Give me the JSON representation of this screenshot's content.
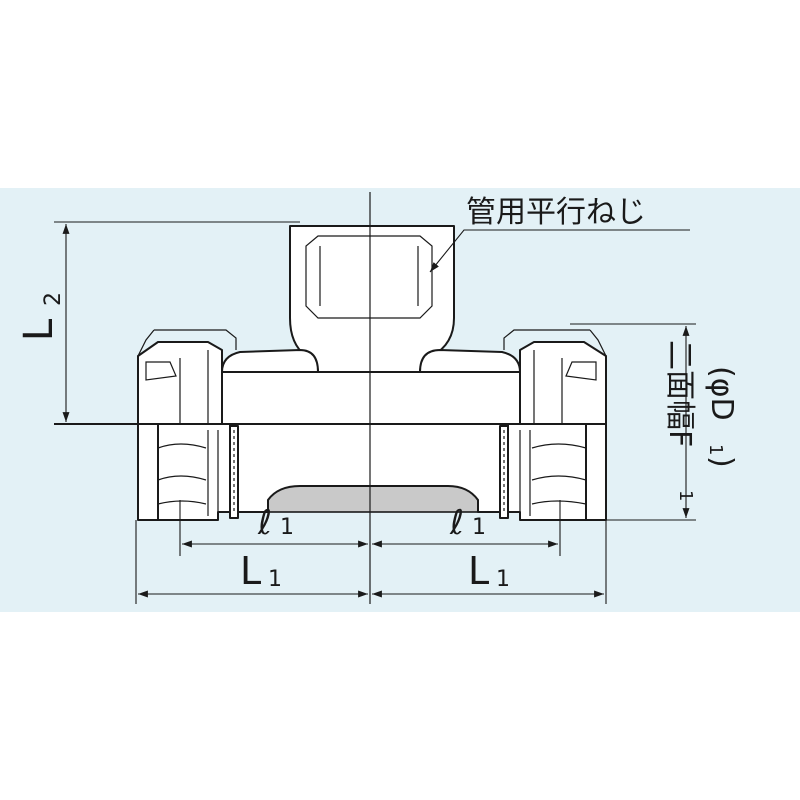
{
  "labels": {
    "thread_note": "管用平行ねじ",
    "L2": "L",
    "L2_sub": "2",
    "l1_left": "ℓ",
    "l1_left_sub": "1",
    "l1_right": "ℓ",
    "l1_right_sub": "1",
    "L1_left": "L",
    "L1_left_sub": "1",
    "L1_right": "L",
    "L1_right_sub": "1",
    "across_flats": "二面幅F",
    "across_flats_sub": "1",
    "diameter": "(φD",
    "diameter_sub": "1",
    "diameter_close": ")"
  },
  "colors": {
    "background_band": "#e3f1f6",
    "line": "#1a1a1a",
    "section_fill": "#c9c9c9",
    "body_fill": "#ffffff"
  }
}
